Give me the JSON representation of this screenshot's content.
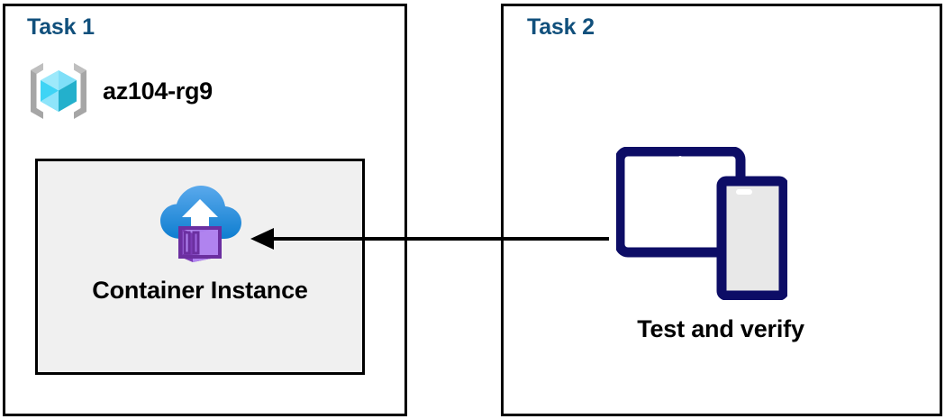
{
  "diagram": {
    "title": "Azure Container Instance task diagram",
    "background_color": "#ffffff"
  },
  "panels": [
    {
      "id": "task1",
      "title": "Task 1",
      "title_color": "#11507c",
      "border_color": "#000000",
      "resource_group": {
        "icon": "resource-group-icon",
        "label": "az104-rg9"
      },
      "resource": {
        "icon": "container-instance-icon",
        "label": "Container Instance",
        "box_fill": "#f0f0f0",
        "box_border": "#000000"
      }
    },
    {
      "id": "task2",
      "title": "Task 2",
      "title_color": "#11507c",
      "border_color": "#000000",
      "resource": {
        "icon": "devices-tablet-phone-icon",
        "label": "Test and verify",
        "icon_color": "#0d0d66"
      }
    }
  ],
  "connector": {
    "name": "flow-arrow",
    "direction": "right-to-left",
    "from": "Test and verify",
    "to": "Container Instance",
    "color": "#000000"
  },
  "colors": {
    "task_title": "#11507c",
    "navy": "#0d0d66",
    "box_gray": "#f0f0f0",
    "cloud_blue_light": "#50a5e8",
    "cloud_blue_dark": "#1380d0",
    "container_purple_light": "#b083ef",
    "container_purple_dark": "#6b2fa0",
    "cube_cyan_light": "#9de9fb",
    "cube_cyan": "#3fd4f5",
    "cube_cyan_dark": "#23b0cc",
    "bracket_gray": "#a6a6a6"
  }
}
